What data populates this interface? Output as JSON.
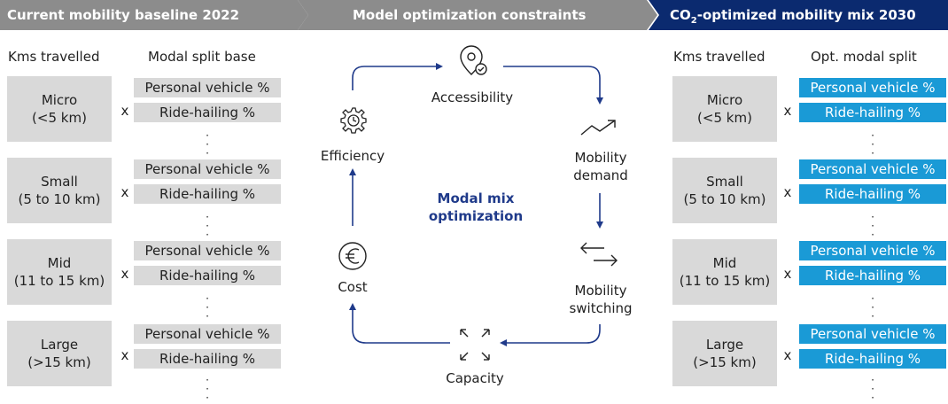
{
  "headers": {
    "baseline": "Current mobility baseline 2022",
    "constraints": "Model optimization constraints",
    "optimized_pre": "CO",
    "optimized_sub": "2",
    "optimized_post": "-optimized mobility mix 2030"
  },
  "column_headers": {
    "kms_left": "Kms travelled",
    "split_left": "Modal split base",
    "kms_right": "Kms travelled",
    "split_right": "Opt. modal split"
  },
  "rows": [
    {
      "name": "Micro",
      "range": "(<5 km)"
    },
    {
      "name": "Small",
      "range": "(5 to 10 km)"
    },
    {
      "name": "Mid",
      "range": "(11 to 15 km)"
    },
    {
      "name": "Large",
      "range": "(>15 km)"
    }
  ],
  "modes": [
    "Personal vehicle %",
    "Ride-hailing %"
  ],
  "multiply_sign": "x",
  "cycle": {
    "title_line1": "Modal mix",
    "title_line2": "optimization",
    "accessibility": "Accessibility",
    "demand_line1": "Mobility",
    "demand_line2": "demand",
    "switching_line1": "Mobility",
    "switching_line2": "switching",
    "capacity": "Capacity",
    "cost": "Cost",
    "efficiency": "Efficiency"
  },
  "colors": {
    "header_gray": "#8c8c8c",
    "header_navy": "#0b2a6f",
    "box_gray": "#d9d9d9",
    "accent_blue": "#1a9ad6",
    "arrow_navy": "#1f3a8a"
  }
}
